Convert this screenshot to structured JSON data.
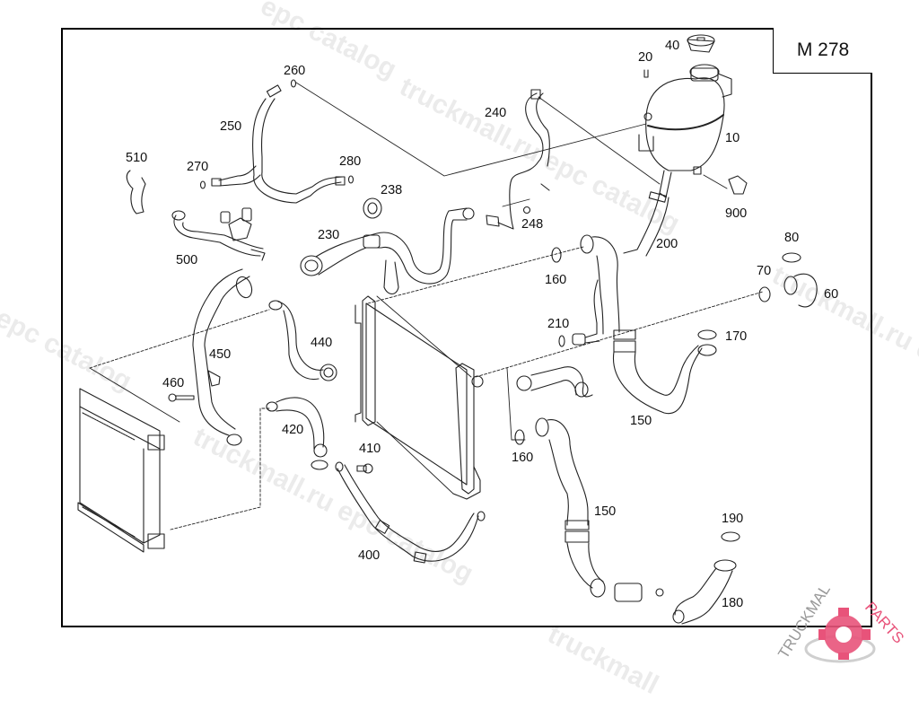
{
  "diagram": {
    "code": "M 278",
    "type": "exploded parts view - engine cooling hoses and radiator",
    "callouts": [
      {
        "id": "c10",
        "label": "10",
        "part": "expansion-tank"
      },
      {
        "id": "c20",
        "label": "20",
        "part": "clip"
      },
      {
        "id": "c40",
        "label": "40",
        "part": "tank-cap"
      },
      {
        "id": "c60",
        "label": "60",
        "part": "elbow-connector"
      },
      {
        "id": "c70",
        "label": "70",
        "part": "o-ring"
      },
      {
        "id": "c80",
        "label": "80",
        "part": "o-ring"
      },
      {
        "id": "c150a",
        "label": "150",
        "part": "coolant-hose"
      },
      {
        "id": "c150b",
        "label": "150",
        "part": "coolant-hose"
      },
      {
        "id": "c160a",
        "label": "160",
        "part": "o-ring"
      },
      {
        "id": "c160b",
        "label": "160",
        "part": "o-ring"
      },
      {
        "id": "c170",
        "label": "170",
        "part": "o-ring"
      },
      {
        "id": "c180",
        "label": "180",
        "part": "coolant-hose"
      },
      {
        "id": "c190",
        "label": "190",
        "part": "o-ring"
      },
      {
        "id": "c200",
        "label": "200",
        "part": "bleed-hose"
      },
      {
        "id": "c210",
        "label": "210",
        "part": "connector-with-o-ring"
      },
      {
        "id": "c230",
        "label": "230",
        "part": "coolant-hose"
      },
      {
        "id": "c238",
        "label": "238",
        "part": "hose-clamp"
      },
      {
        "id": "c240",
        "label": "240",
        "part": "vent-line"
      },
      {
        "id": "c248",
        "label": "248",
        "part": "nut"
      },
      {
        "id": "c250",
        "label": "250",
        "part": "coolant-line"
      },
      {
        "id": "c260",
        "label": "260",
        "part": "seal-ring"
      },
      {
        "id": "c270",
        "label": "270",
        "part": "seal-ring"
      },
      {
        "id": "c280",
        "label": "280",
        "part": "seal-ring"
      },
      {
        "id": "c400",
        "label": "400",
        "part": "coolant-line"
      },
      {
        "id": "c410",
        "label": "410",
        "part": "bolt"
      },
      {
        "id": "c420",
        "label": "420",
        "part": "coolant-hose"
      },
      {
        "id": "c440",
        "label": "440",
        "part": "coolant-hose"
      },
      {
        "id": "c450",
        "label": "450",
        "part": "coolant-hose"
      },
      {
        "id": "c460",
        "label": "460",
        "part": "bolt"
      },
      {
        "id": "c500",
        "label": "500",
        "part": "thermostat-hose-assembly"
      },
      {
        "id": "c510",
        "label": "510",
        "part": "bracket"
      },
      {
        "id": "c900",
        "label": "900",
        "part": "cover"
      }
    ]
  },
  "watermarks": {
    "text_a": "truckmall.ru epc catalog",
    "text_b": "truckmall.ru epc catalog",
    "text_c": "l epc catalog",
    "text_d": "truckmall.ru epc catalog",
    "text_e": "truckmall.ru e",
    "text_f": "truckmall.ru epc catalog",
    "text_g": "truckmall",
    "text_h": "epc catalog"
  },
  "logo": {
    "brand_left": "TRUCKMALL",
    "brand_right": "PARTS",
    "accent_color": "#e8537a",
    "gray_color": "#999999"
  }
}
